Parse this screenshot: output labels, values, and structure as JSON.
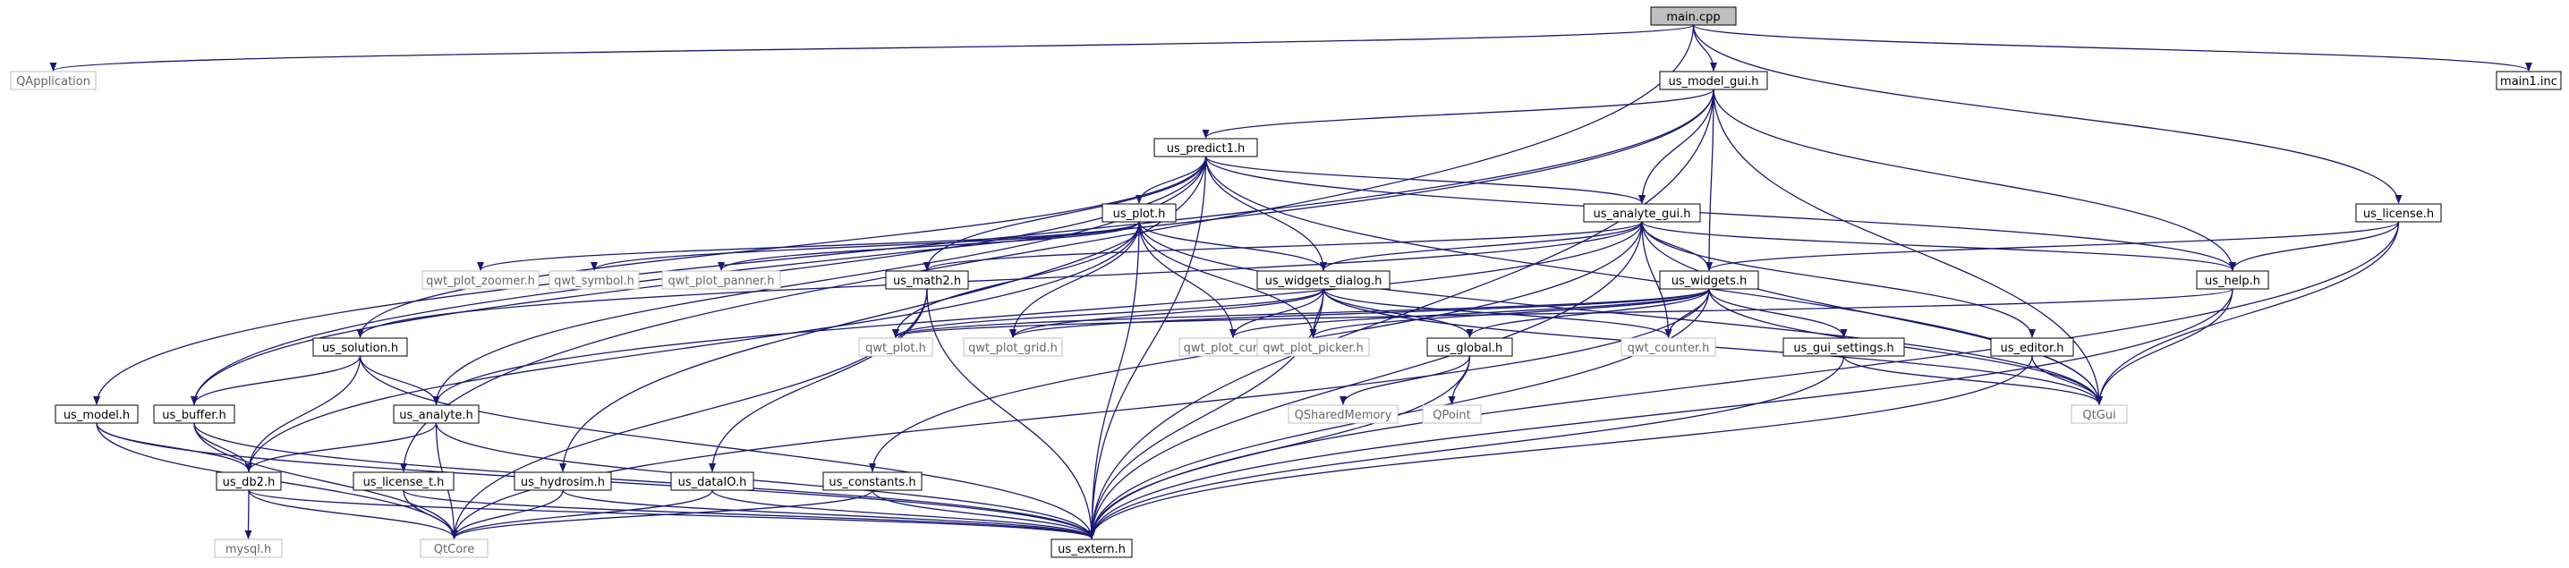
{
  "colors": {
    "edge": "#191970",
    "node_border": "#000000",
    "external_border": "#bfbfbf",
    "root_fill": "#bfbfbf",
    "text": "#000000",
    "external_text": "#666666",
    "background": "#ffffff"
  },
  "nodes": [
    {
      "id": "main_cpp",
      "label": "main.cpp",
      "kind": "root"
    },
    {
      "id": "QApplication",
      "label": "QApplication",
      "kind": "external"
    },
    {
      "id": "us_model_gui_h",
      "label": "us_model_gui.h",
      "kind": "internal"
    },
    {
      "id": "main1_inc",
      "label": "main1.inc",
      "kind": "internal"
    },
    {
      "id": "us_predict1_h",
      "label": "us_predict1.h",
      "kind": "internal"
    },
    {
      "id": "us_license_h",
      "label": "us_license.h",
      "kind": "internal"
    },
    {
      "id": "us_plot_h",
      "label": "us_plot.h",
      "kind": "internal"
    },
    {
      "id": "us_analyte_gui_h",
      "label": "us_analyte_gui.h",
      "kind": "internal"
    },
    {
      "id": "qwt_plot_zoomer_h",
      "label": "qwt_plot_zoomer.h",
      "kind": "external"
    },
    {
      "id": "qwt_symbol_h",
      "label": "qwt_symbol.h",
      "kind": "external"
    },
    {
      "id": "qwt_plot_panner_h",
      "label": "qwt_plot_panner.h",
      "kind": "external"
    },
    {
      "id": "us_math2_h",
      "label": "us_math2.h",
      "kind": "internal"
    },
    {
      "id": "us_widgets_dialog_h",
      "label": "us_widgets_dialog.h",
      "kind": "internal"
    },
    {
      "id": "us_widgets_h",
      "label": "us_widgets.h",
      "kind": "internal"
    },
    {
      "id": "us_help_h",
      "label": "us_help.h",
      "kind": "internal"
    },
    {
      "id": "us_solution_h",
      "label": "us_solution.h",
      "kind": "internal"
    },
    {
      "id": "qwt_plot_h",
      "label": "qwt_plot.h",
      "kind": "external"
    },
    {
      "id": "qwt_plot_grid_h",
      "label": "qwt_plot_grid.h",
      "kind": "external"
    },
    {
      "id": "qwt_plot_curve_h",
      "label": "qwt_plot_curve.h",
      "kind": "external"
    },
    {
      "id": "qwt_plot_picker_h",
      "label": "qwt_plot_picker.h",
      "kind": "external"
    },
    {
      "id": "us_global_h",
      "label": "us_global.h",
      "kind": "internal"
    },
    {
      "id": "qwt_counter_h",
      "label": "qwt_counter.h",
      "kind": "external"
    },
    {
      "id": "us_gui_settings_h",
      "label": "us_gui_settings.h",
      "kind": "internal"
    },
    {
      "id": "us_editor_h",
      "label": "us_editor.h",
      "kind": "internal"
    },
    {
      "id": "us_model_h",
      "label": "us_model.h",
      "kind": "internal"
    },
    {
      "id": "us_buffer_h",
      "label": "us_buffer.h",
      "kind": "internal"
    },
    {
      "id": "us_analyte_h",
      "label": "us_analyte.h",
      "kind": "internal"
    },
    {
      "id": "QSharedMemory",
      "label": "QSharedMemory",
      "kind": "external"
    },
    {
      "id": "QPoint",
      "label": "QPoint",
      "kind": "external"
    },
    {
      "id": "QtGui",
      "label": "QtGui",
      "kind": "external"
    },
    {
      "id": "us_db2_h",
      "label": "us_db2.h",
      "kind": "internal"
    },
    {
      "id": "us_license_t_h",
      "label": "us_license_t.h",
      "kind": "internal"
    },
    {
      "id": "us_hydrosim_h",
      "label": "us_hydrosim.h",
      "kind": "internal"
    },
    {
      "id": "us_dataIO_h",
      "label": "us_dataIO.h",
      "kind": "internal"
    },
    {
      "id": "us_constants_h",
      "label": "us_constants.h",
      "kind": "internal"
    },
    {
      "id": "mysql_h",
      "label": "mysql.h",
      "kind": "external"
    },
    {
      "id": "QtCore",
      "label": "QtCore",
      "kind": "external"
    },
    {
      "id": "us_extern_h",
      "label": "us_extern.h",
      "kind": "internal"
    }
  ],
  "edges": [
    [
      "main_cpp",
      "QApplication"
    ],
    [
      "main_cpp",
      "us_model_gui_h"
    ],
    [
      "main_cpp",
      "main1_inc"
    ],
    [
      "main_cpp",
      "us_license_h"
    ],
    [
      "main_cpp",
      "us_license_t_h"
    ],
    [
      "us_model_gui_h",
      "us_predict1_h"
    ],
    [
      "us_model_gui_h",
      "us_analyte_gui_h"
    ],
    [
      "us_model_gui_h",
      "us_widgets_h"
    ],
    [
      "us_model_gui_h",
      "us_help_h"
    ],
    [
      "us_model_gui_h",
      "QtGui"
    ],
    [
      "us_model_gui_h",
      "us_extern_h"
    ],
    [
      "us_model_gui_h",
      "us_buffer_h"
    ],
    [
      "us_model_gui_h",
      "us_model_h"
    ],
    [
      "us_predict1_h",
      "us_plot_h"
    ],
    [
      "us_predict1_h",
      "us_analyte_gui_h"
    ],
    [
      "us_predict1_h",
      "us_widgets_dialog_h"
    ],
    [
      "us_predict1_h",
      "us_math2_h"
    ],
    [
      "us_predict1_h",
      "us_help_h"
    ],
    [
      "us_predict1_h",
      "us_solution_h"
    ],
    [
      "us_predict1_h",
      "us_analyte_h"
    ],
    [
      "us_predict1_h",
      "us_buffer_h"
    ],
    [
      "us_predict1_h",
      "us_hydrosim_h"
    ],
    [
      "us_predict1_h",
      "us_extern_h"
    ],
    [
      "us_predict1_h",
      "QtGui"
    ],
    [
      "us_license_h",
      "us_widgets_h"
    ],
    [
      "us_license_h",
      "us_help_h"
    ],
    [
      "us_license_h",
      "QtGui"
    ],
    [
      "us_license_h",
      "us_extern_h"
    ],
    [
      "us_plot_h",
      "qwt_plot_zoomer_h"
    ],
    [
      "us_plot_h",
      "qwt_symbol_h"
    ],
    [
      "us_plot_h",
      "qwt_plot_panner_h"
    ],
    [
      "us_plot_h",
      "us_widgets_dialog_h"
    ],
    [
      "us_plot_h",
      "qwt_plot_h"
    ],
    [
      "us_plot_h",
      "qwt_plot_grid_h"
    ],
    [
      "us_plot_h",
      "qwt_plot_curve_h"
    ],
    [
      "us_plot_h",
      "qwt_plot_picker_h"
    ],
    [
      "us_plot_h",
      "us_db2_h"
    ],
    [
      "us_plot_h",
      "us_extern_h"
    ],
    [
      "us_plot_h",
      "QtGui"
    ],
    [
      "us_analyte_gui_h",
      "us_widgets_dialog_h"
    ],
    [
      "us_analyte_gui_h",
      "us_widgets_h"
    ],
    [
      "us_analyte_gui_h",
      "us_help_h"
    ],
    [
      "us_analyte_gui_h",
      "us_editor_h"
    ],
    [
      "us_analyte_gui_h",
      "us_math2_h"
    ],
    [
      "us_analyte_gui_h",
      "us_analyte_h"
    ],
    [
      "us_analyte_gui_h",
      "us_constants_h"
    ],
    [
      "us_analyte_gui_h",
      "qwt_counter_h"
    ],
    [
      "us_analyte_gui_h",
      "QtGui"
    ],
    [
      "us_analyte_gui_h",
      "us_extern_h"
    ],
    [
      "us_analyte_gui_h",
      "us_solution_h"
    ],
    [
      "us_math2_h",
      "us_dataIO_h"
    ],
    [
      "us_math2_h",
      "us_extern_h"
    ],
    [
      "us_math2_h",
      "QtCore"
    ],
    [
      "us_widgets_dialog_h",
      "us_global_h"
    ],
    [
      "us_widgets_dialog_h",
      "qwt_plot_h"
    ],
    [
      "us_widgets_dialog_h",
      "qwt_plot_grid_h"
    ],
    [
      "us_widgets_dialog_h",
      "qwt_plot_curve_h"
    ],
    [
      "us_widgets_dialog_h",
      "qwt_plot_picker_h"
    ],
    [
      "us_widgets_dialog_h",
      "qwt_counter_h"
    ],
    [
      "us_widgets_dialog_h",
      "QtGui"
    ],
    [
      "us_widgets_dialog_h",
      "us_extern_h"
    ],
    [
      "us_widgets_h",
      "us_global_h"
    ],
    [
      "us_widgets_h",
      "us_gui_settings_h"
    ],
    [
      "us_widgets_h",
      "qwt_counter_h"
    ],
    [
      "us_widgets_h",
      "qwt_plot_h"
    ],
    [
      "us_widgets_h",
      "qwt_plot_grid_h"
    ],
    [
      "us_widgets_h",
      "qwt_plot_curve_h"
    ],
    [
      "us_widgets_h",
      "qwt_plot_picker_h"
    ],
    [
      "us_widgets_h",
      "QtGui"
    ],
    [
      "us_widgets_h",
      "us_extern_h"
    ],
    [
      "us_widgets_h",
      "QtCore"
    ],
    [
      "us_help_h",
      "QtGui"
    ],
    [
      "us_help_h",
      "us_extern_h"
    ],
    [
      "us_help_h",
      "qwt_plot_h"
    ],
    [
      "us_solution_h",
      "us_buffer_h"
    ],
    [
      "us_solution_h",
      "us_analyte_h"
    ],
    [
      "us_solution_h",
      "us_db2_h"
    ],
    [
      "us_solution_h",
      "us_extern_h"
    ],
    [
      "us_global_h",
      "QSharedMemory"
    ],
    [
      "us_global_h",
      "QPoint"
    ],
    [
      "us_global_h",
      "us_extern_h"
    ],
    [
      "us_gui_settings_h",
      "QtGui"
    ],
    [
      "us_gui_settings_h",
      "us_extern_h"
    ],
    [
      "us_editor_h",
      "QtGui"
    ],
    [
      "us_editor_h",
      "us_extern_h"
    ],
    [
      "us_model_h",
      "us_db2_h"
    ],
    [
      "us_model_h",
      "us_extern_h"
    ],
    [
      "us_model_h",
      "QtCore"
    ],
    [
      "us_buffer_h",
      "us_db2_h"
    ],
    [
      "us_buffer_h",
      "us_extern_h"
    ],
    [
      "us_buffer_h",
      "QtCore"
    ],
    [
      "us_analyte_h",
      "us_db2_h"
    ],
    [
      "us_analyte_h",
      "us_extern_h"
    ],
    [
      "us_analyte_h",
      "QtCore"
    ],
    [
      "us_db2_h",
      "mysql_h"
    ],
    [
      "us_db2_h",
      "QtCore"
    ],
    [
      "us_db2_h",
      "us_extern_h"
    ],
    [
      "us_license_t_h",
      "QtCore"
    ],
    [
      "us_license_t_h",
      "us_extern_h"
    ],
    [
      "us_hydrosim_h",
      "QtCore"
    ],
    [
      "us_hydrosim_h",
      "us_extern_h"
    ],
    [
      "us_dataIO_h",
      "QtCore"
    ],
    [
      "us_dataIO_h",
      "us_extern_h"
    ],
    [
      "us_constants_h",
      "QtCore"
    ],
    [
      "us_constants_h",
      "us_extern_h"
    ]
  ]
}
